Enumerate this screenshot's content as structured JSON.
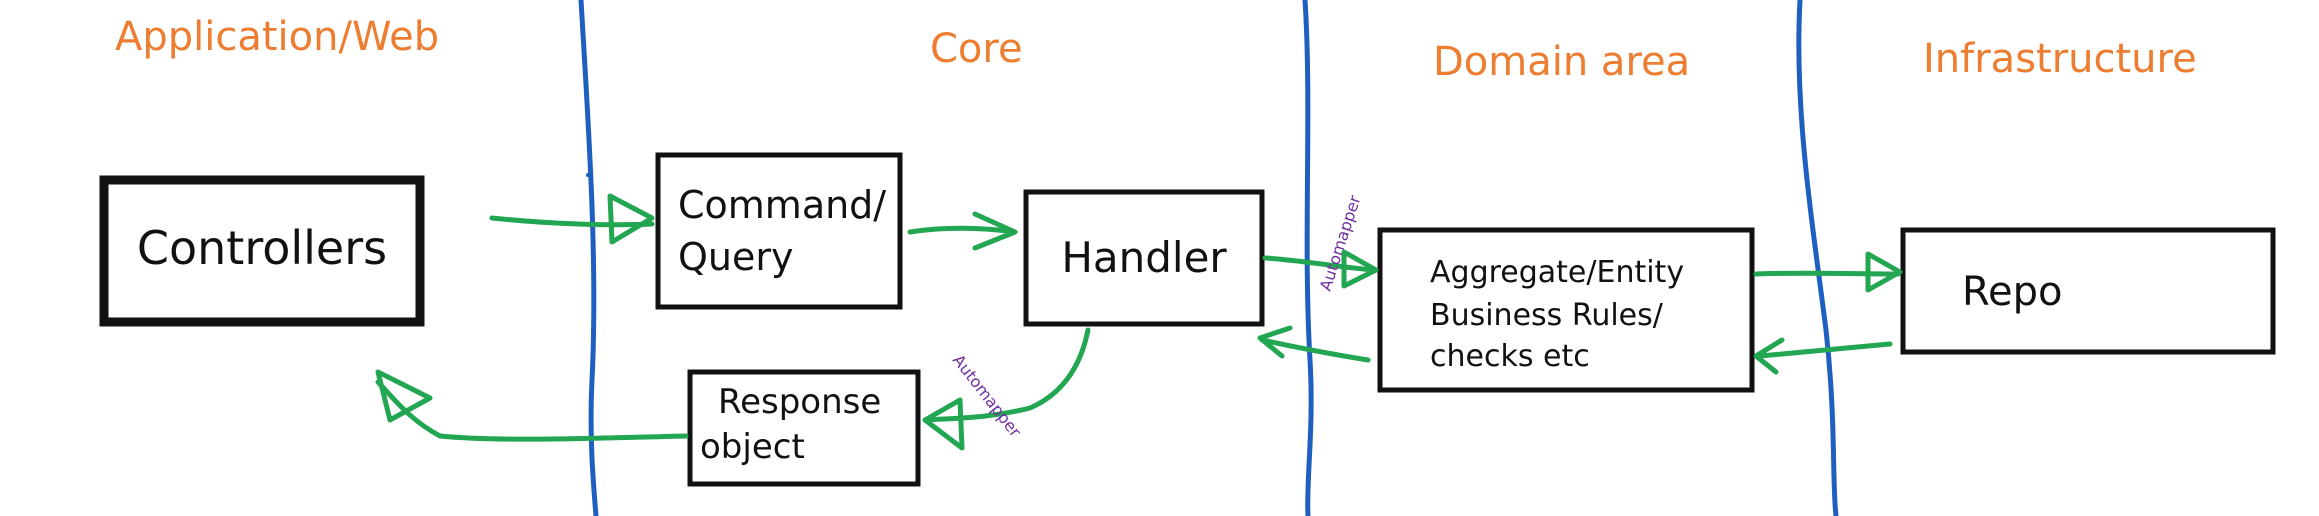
{
  "regions": {
    "application": "Application/Web",
    "core": "Core",
    "domain": "Domain area",
    "infrastructure": "Infrastructure"
  },
  "boxes": {
    "controllers": "Controllers",
    "command_query_line1": "Command/",
    "command_query_line2": "Query",
    "handler": "Handler",
    "response_line1": "Response",
    "response_line2": "object",
    "aggregate_line1": "Aggregate/Entity",
    "aggregate_line2": "Business Rules/",
    "aggregate_line3": "checks etc",
    "repo": "Repo"
  },
  "annotations": {
    "automapper_domain": "Automapper",
    "automapper_response": "Automapper"
  },
  "colors": {
    "region_label": "#ed7d31",
    "divider": "#1f5fbf",
    "flow_arrow": "#22a652",
    "annotation": "#7030a0",
    "box_stroke": "#111111"
  }
}
